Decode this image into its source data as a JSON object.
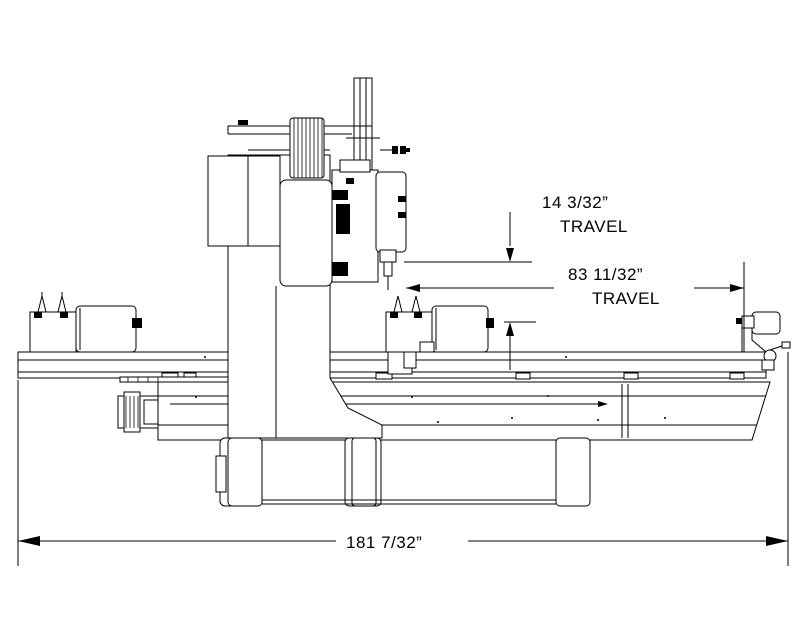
{
  "dimensions": {
    "vertical_travel": {
      "value": "14  3/32”",
      "label": "TRAVEL"
    },
    "horizontal_travel": {
      "value": "83  11/32”",
      "label": "TRAVEL"
    },
    "overall_length": {
      "value": "181  7/32”"
    }
  }
}
